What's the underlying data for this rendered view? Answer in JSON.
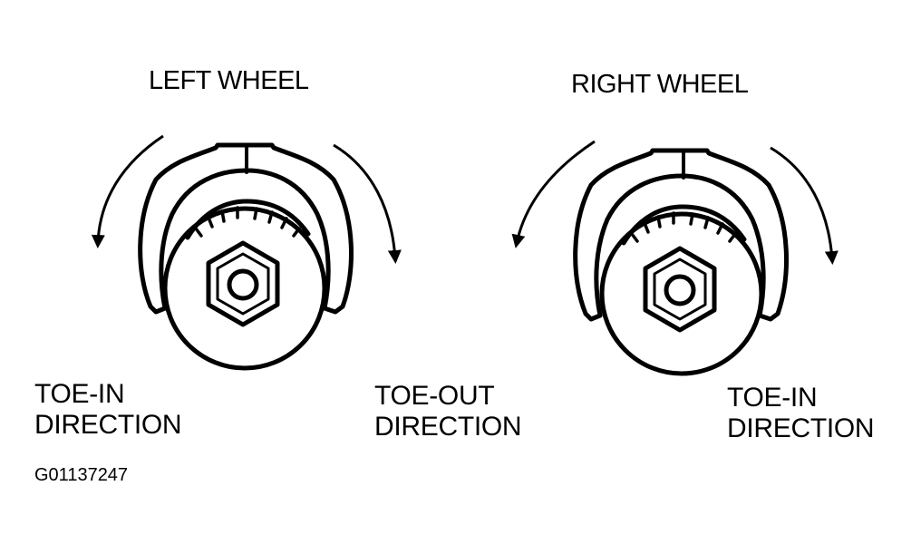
{
  "figure": {
    "left": {
      "title": "LEFT WHEEL",
      "ccw_label": [
        "TOE-IN",
        "DIRECTION"
      ],
      "cw_label": [
        "TOE-OUT",
        "DIRECTION"
      ]
    },
    "right": {
      "title": "RIGHT WHEEL",
      "cw_label": [
        "TOE-IN",
        "DIRECTION"
      ]
    },
    "code": "G01137247"
  },
  "colors": {
    "ink": "#000000",
    "paper": "#ffffff"
  },
  "icons": [
    "rotate-ccw-arrow-icon",
    "rotate-cw-arrow-icon",
    "hex-nut-icon",
    "eccentric-cam-icon"
  ]
}
